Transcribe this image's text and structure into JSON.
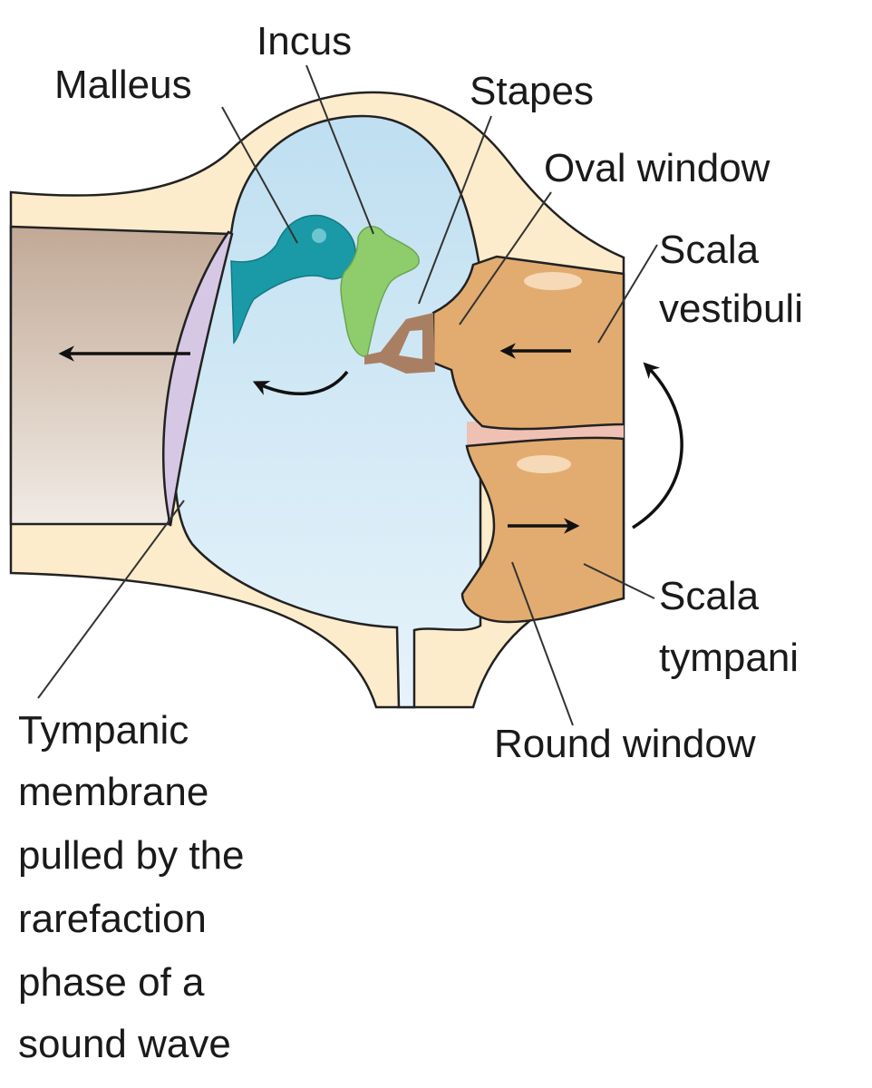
{
  "labels": {
    "malleus": "Malleus",
    "incus": "Incus",
    "stapes": "Stapes",
    "oval_window": "Oval window",
    "scala_vestibuli": [
      "Scala",
      "vestibuli"
    ],
    "scala_tympani": [
      "Scala",
      "tympani"
    ],
    "round_window": "Round window",
    "tympanic_membrane": [
      "Tympanic",
      "membrane",
      "pulled by the",
      "rarefaction",
      "phase of a",
      "sound wave"
    ]
  },
  "colors": {
    "bone": "#fdeccb",
    "canal_top": "#c2a996",
    "canal_bottom": "#f1ebe5",
    "membrane": "#d6c8e4",
    "cavity": "#c4e1f2",
    "malleus": "#1a9aa6",
    "incus": "#8fcd6c",
    "stapes": "#a97f63",
    "cochlea": "#e2ac70",
    "basilar": "#efc1b5"
  }
}
